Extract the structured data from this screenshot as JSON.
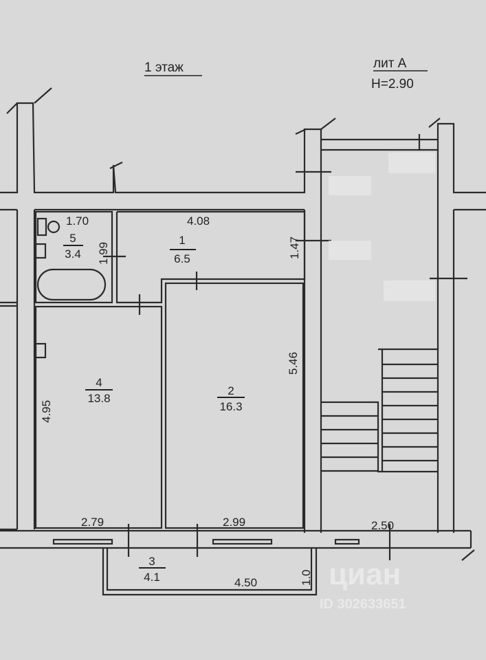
{
  "header": {
    "floor": "1 этаж",
    "lit": "лит А",
    "height": "H=2.90"
  },
  "rooms": [
    {
      "number": "1",
      "area": "6.5"
    },
    {
      "number": "2",
      "area": "16.3"
    },
    {
      "number": "3",
      "area": "4.1"
    },
    {
      "number": "4",
      "area": "13.8"
    },
    {
      "number": "5",
      "area": "3.4"
    }
  ],
  "dimensions": {
    "bath_width": "1.70",
    "bath_depth": "1.99",
    "hall_width": "4.08",
    "hall_depth": "1.47",
    "room2_depth": "5.46",
    "room4_depth": "4.95",
    "room4_width": "2.79",
    "room2_width": "2.99",
    "stair_width": "2.50",
    "balcony_width": "4.50",
    "balcony_depth": "1.0"
  },
  "watermark": {
    "brand": "циан",
    "id": "ID 302633651"
  }
}
